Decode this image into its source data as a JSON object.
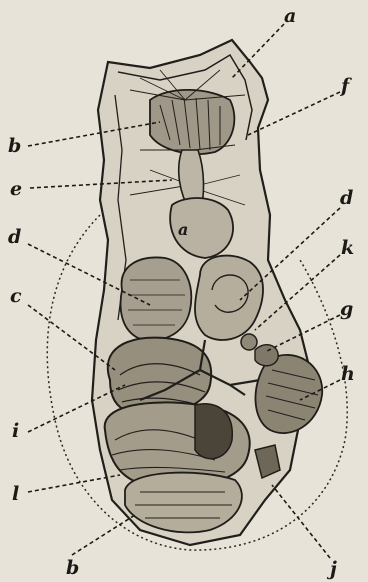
{
  "figure": {
    "labels": {
      "a": "a",
      "f": "f",
      "b_top": "b",
      "e": "e",
      "d_right": "d",
      "d_left": "d",
      "c": "c",
      "k": "k",
      "g": "g",
      "h": "h",
      "i": "i",
      "l": "l",
      "b_bottom": "b",
      "j": "j",
      "organ_a": "a"
    },
    "colors": {
      "paper": "#e7e3d8",
      "ink": "#1c1a17",
      "tissue": "#c9c3b4"
    }
  }
}
